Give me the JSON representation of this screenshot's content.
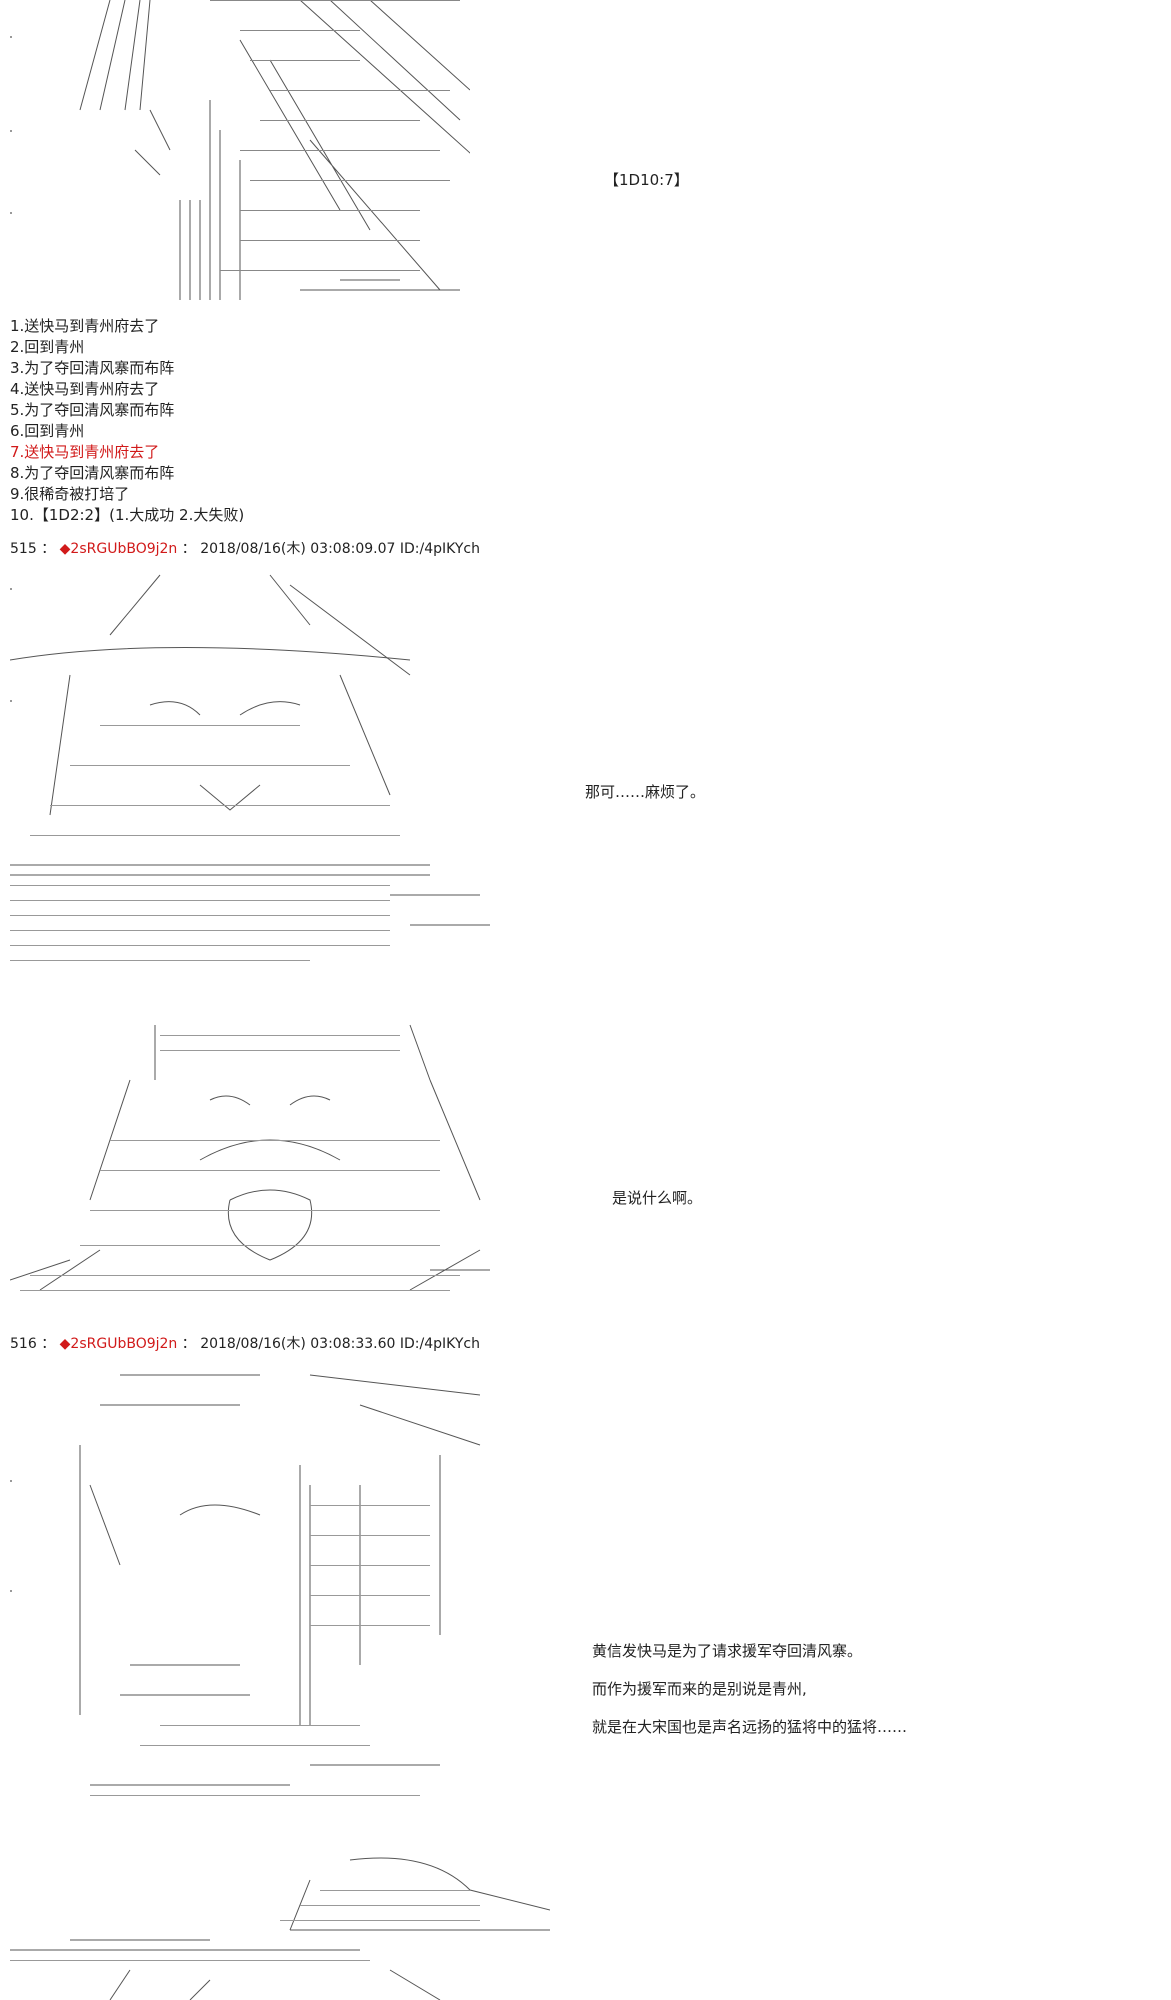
{
  "roll_caption": "【1D10:7】",
  "roll_list": [
    "1.送快马到青州府去了",
    "2.回到青州",
    "3.为了夺回清风寨而布阵",
    "4.送快马到青州府去了",
    "5.为了夺回清风寨而布阵",
    "6.回到青州",
    "7.送快马到青州府去了",
    "8.为了夺回清风寨而布阵",
    "9.很稀奇被打培了",
    "10.【1D2:2】(1.大成功  2.大失败)"
  ],
  "highlighted_item_index": 6,
  "posts": [
    {
      "number": "515",
      "separator": "：",
      "diamond": "◆",
      "trip": "2sRGUbBO9j2n",
      "colon": "：",
      "datetime": "2018/08/16(木) 03:08:09.07",
      "id": "ID:/4pIKYch",
      "captions": [
        "那可……麻烦了。",
        "是说什么啊。"
      ]
    },
    {
      "number": "516",
      "separator": "：",
      "diamond": "◆",
      "trip": "2sRGUbBO9j2n",
      "colon": "：",
      "datetime": "2018/08/16(木) 03:08:33.60",
      "id": "ID:/4pIKYch",
      "captions": [
        "黄信发快马是为了请求援军夺回清风寨。",
        "而作为援军而来的是别说是青州,",
        "就是在大宋国也是声名远扬的猛将中的猛将……"
      ]
    }
  ],
  "colors": {
    "text": "#222222",
    "trip": "#d11a1a",
    "highlight": "#d11a1a",
    "background": "#ffffff"
  }
}
